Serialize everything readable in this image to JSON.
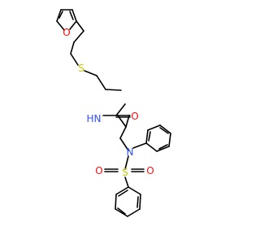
{
  "molecule": {
    "atom_colors": {
      "O": "#ff0d0d",
      "N": "#3050f8",
      "S": "#c8c800",
      "C": "#000000"
    },
    "labels": {
      "furan_o": "O",
      "thioether_s": "S",
      "amide_n": "N",
      "amide_h": "H",
      "carbonyl_o": "O",
      "amine_n": "N",
      "sulfonyl_s": "S",
      "sulfonyl_o_left": "O",
      "sulfonyl_o_right": "O"
    }
  }
}
